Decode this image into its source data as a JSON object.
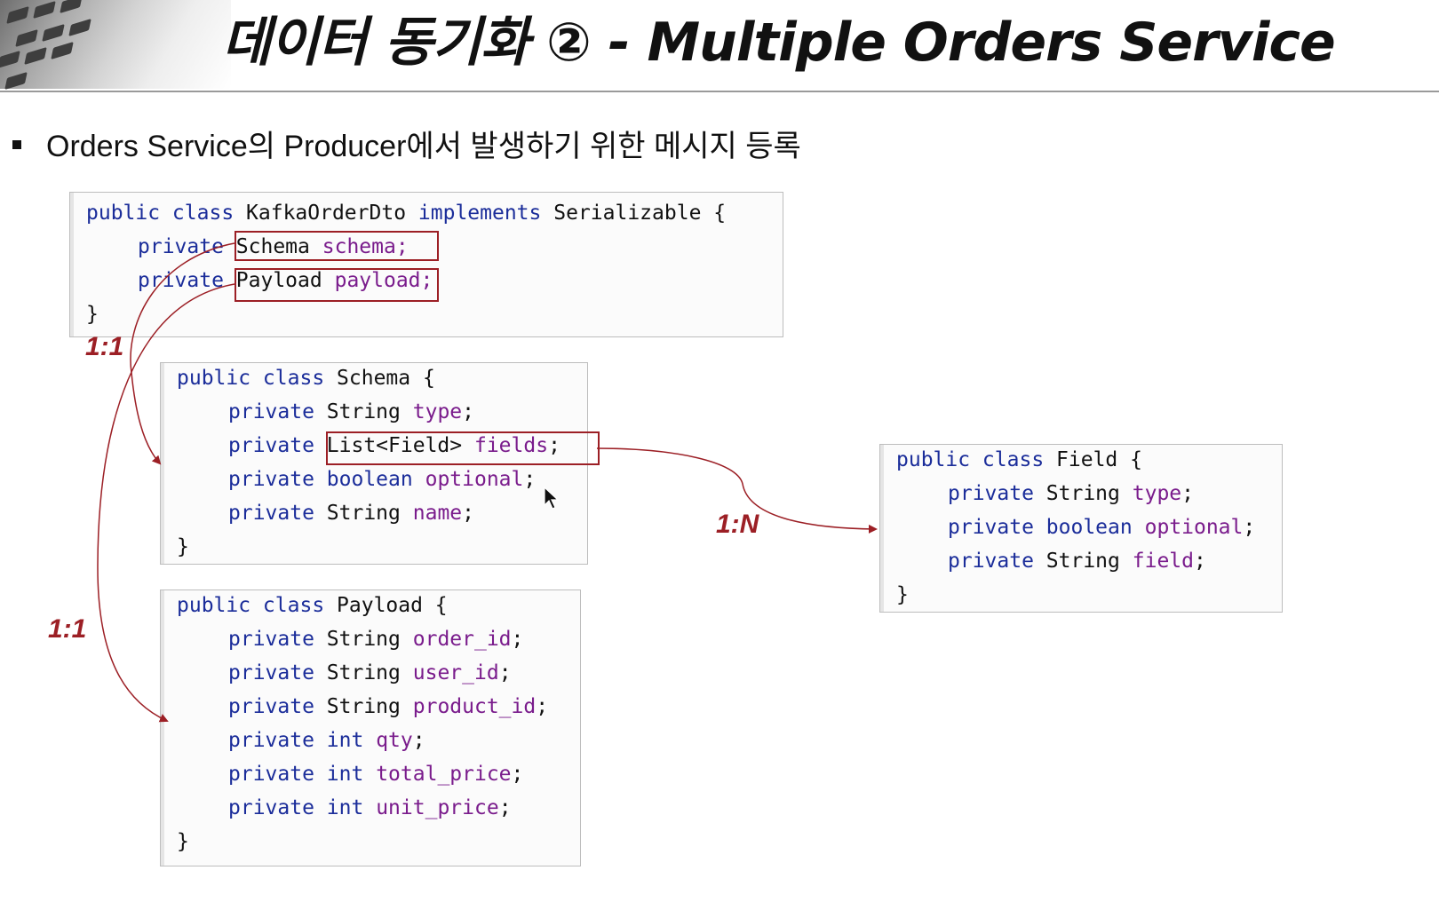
{
  "slide": {
    "title": "데이터 동기화 ② - Multiple Orders Service",
    "bullet": "Orders Service의 Producer에서 발생하기 위한 메시지 등록"
  },
  "boxes": {
    "kafka": {
      "line0": {
        "kw": "public class",
        "name": "KafkaOrderDto",
        "kw2": "implements",
        "rest": "Serializable {"
      },
      "line1": {
        "kw": "private",
        "type": "Schema",
        "field": "schema;"
      },
      "line2": {
        "kw": "private",
        "type": "Payload",
        "field": "payload;"
      },
      "close": "}"
    },
    "schema": {
      "line0": {
        "kw": "public class",
        "rest": "Schema {"
      },
      "fields": [
        {
          "kw": "private",
          "type": "String",
          "name": "type",
          "end": ";"
        },
        {
          "kw": "private",
          "type": "List<Field>",
          "name": "fields",
          "end": ";"
        },
        {
          "kw": "private",
          "type": "boolean",
          "name": "optional",
          "end": ";"
        },
        {
          "kw": "private",
          "type": "String",
          "name": "name",
          "end": ";"
        }
      ],
      "close": "}"
    },
    "payload": {
      "line0": {
        "kw": "public class",
        "rest": "Payload {"
      },
      "fields": [
        {
          "kw": "private",
          "type": "String",
          "name": "order_id",
          "end": ";"
        },
        {
          "kw": "private",
          "type": "String",
          "name": "user_id",
          "end": ";"
        },
        {
          "kw": "private",
          "type": "String",
          "name": "product_id",
          "end": ";"
        },
        {
          "kw": "private",
          "type": "int",
          "name": "qty",
          "end": ";"
        },
        {
          "kw": "private",
          "type": "int",
          "name": "total_price",
          "end": ";"
        },
        {
          "kw": "private",
          "type": "int",
          "name": "unit_price",
          "end": ";"
        }
      ],
      "close": "}"
    },
    "field": {
      "line0": {
        "kw": "public class",
        "rest": "Field {"
      },
      "fields": [
        {
          "kw": "private",
          "type": "String",
          "name": "type",
          "end": ";"
        },
        {
          "kw": "private",
          "type": "boolean",
          "name": "optional",
          "end": ";"
        },
        {
          "kw": "private",
          "type": "String",
          "name": "field",
          "end": ";"
        }
      ],
      "close": "}"
    }
  },
  "relations": {
    "schema": "1:1",
    "payload": "1:1",
    "fields": "1:N"
  },
  "colors": {
    "keyword": "#1b2d9a",
    "identifier": "#7a1c8c",
    "arrow": "#9c1f25"
  },
  "icons": {
    "cursor": "mouse-pointer-icon"
  }
}
